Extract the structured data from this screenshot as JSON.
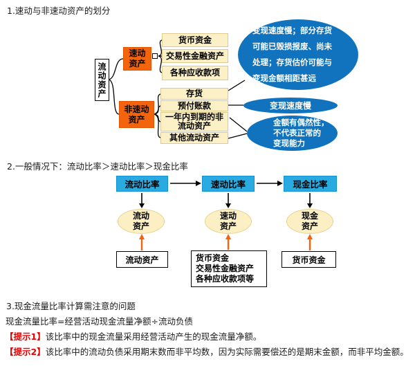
{
  "colors": {
    "branch_orange": "#F3640D",
    "leaf_yellow_fill": "#FCF0C6",
    "leaf_yellow_border": "#DFC98F",
    "note_blue": "#1173BD",
    "ratio_cyan": "#29ABE2",
    "asset_ellipse_yellow": "#FBEFC3",
    "arrow_orange": "#F3640D",
    "tip_red": "#E60000"
  },
  "s1": {
    "title": "1.速动与非速动资产的划分",
    "root": "流动资产",
    "quick": {
      "label": "速动\n资产",
      "items": [
        "货币资金",
        "交易性金融资产",
        "各种应收款项"
      ]
    },
    "nonquick": {
      "label": "非速动\n资产",
      "items": [
        "存货",
        "预付账款",
        "一年内到期的非\n流动资产",
        "其他流动资产"
      ]
    },
    "notes": {
      "inventory": "变现速度慢；部分存货\n可能已毁损报废、尚未\n处理；存货估价可能与\n变现金额相距甚远",
      "prepaid": "变现速度慢",
      "other": "金额有偶然性，\n不代表正常的\n变现能力"
    }
  },
  "s2": {
    "title": "2.一般情况下：流动比率＞速动比率＞现金比率",
    "items": [
      {
        "ratio": "流动比率",
        "asset": "流动\n资产",
        "source": "流动资产"
      },
      {
        "ratio": "速动比率",
        "asset": "速动\n资产",
        "source": "货币资金\n交易性金融资产\n各种应收款项等"
      },
      {
        "ratio": "现金比率",
        "asset": "现金\n资产",
        "source": "货币资金"
      }
    ]
  },
  "s3": {
    "title": "3.现金流量比率计算需注意的问题",
    "formula": "现金流量比率=经营活动现金流量净额÷流动负债",
    "tips": [
      {
        "label": "【提示1】",
        "text": "该比率中的现金流量采用经营活动产生的现金流量净额。"
      },
      {
        "label": "【提示2】",
        "text": "该比率中的流动负债采用期末数而非平均数，因为实际需要偿还的是期末金额，而非平均金额。"
      }
    ]
  }
}
